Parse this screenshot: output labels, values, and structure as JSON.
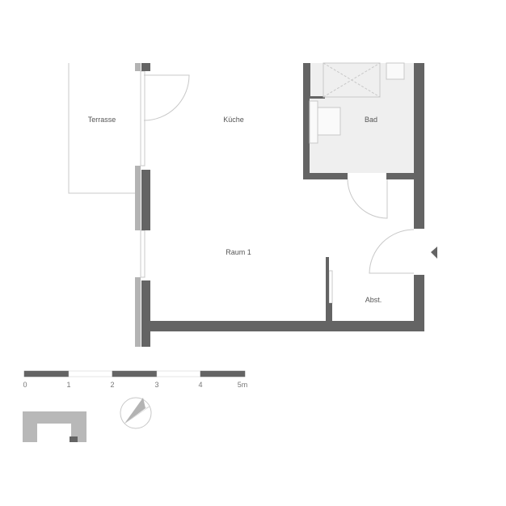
{
  "rooms": {
    "terrace": "Terrasse",
    "kitchen": "Küche",
    "bath": "Bad",
    "room1": "Raum 1",
    "storage": "Abst."
  },
  "scale_bar": {
    "ticks": [
      "0",
      "1",
      "2",
      "3",
      "4",
      "5m"
    ]
  },
  "colors": {
    "wall": "#646464",
    "exterior_wall": "#b3b3b3",
    "bath_floor": "#efefef",
    "line": "#c8c8c8"
  }
}
